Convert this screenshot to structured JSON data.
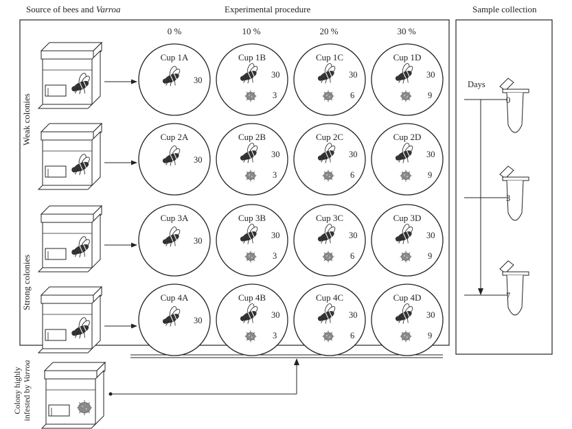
{
  "headers": {
    "source": "Source of bees and ",
    "source_italic": "Varroa",
    "procedure": "Experimental procedure",
    "collection": "Sample collection"
  },
  "percentages": [
    "0 %",
    "10 %",
    "20 %",
    "30 %"
  ],
  "side_labels": {
    "weak": "Weak colonies",
    "strong": "Strong colonies",
    "infested_line1": "Colony highly",
    "infested_line2": "infested by ",
    "infested_italic": "Varroa"
  },
  "cups": [
    [
      {
        "label": "Cup 1A",
        "bees": "30",
        "mites": ""
      },
      {
        "label": "Cup 1B",
        "bees": "30",
        "mites": "3"
      },
      {
        "label": "Cup 1C",
        "bees": "30",
        "mites": "6"
      },
      {
        "label": "Cup 1D",
        "bees": "30",
        "mites": "9"
      }
    ],
    [
      {
        "label": "Cup 2A",
        "bees": "30",
        "mites": ""
      },
      {
        "label": "Cup 2B",
        "bees": "30",
        "mites": "3"
      },
      {
        "label": "Cup 2C",
        "bees": "30",
        "mites": "6"
      },
      {
        "label": "Cup 2D",
        "bees": "30",
        "mites": "9"
      }
    ],
    [
      {
        "label": "Cup 3A",
        "bees": "30",
        "mites": ""
      },
      {
        "label": "Cup 3B",
        "bees": "30",
        "mites": "3"
      },
      {
        "label": "Cup 3C",
        "bees": "30",
        "mites": "6"
      },
      {
        "label": "Cup 3D",
        "bees": "30",
        "mites": "9"
      }
    ],
    [
      {
        "label": "Cup 4A",
        "bees": "30",
        "mites": ""
      },
      {
        "label": "Cup 4B",
        "bees": "30",
        "mites": "3"
      },
      {
        "label": "Cup 4C",
        "bees": "30",
        "mites": "6"
      },
      {
        "label": "Cup 4D",
        "bees": "30",
        "mites": "9"
      }
    ]
  ],
  "sampling": {
    "days_label": "Days",
    "days": [
      "0",
      "3",
      "7"
    ]
  },
  "colors": {
    "ink": "#222222",
    "mite": "#8a8a8a",
    "bee": "#333333"
  }
}
